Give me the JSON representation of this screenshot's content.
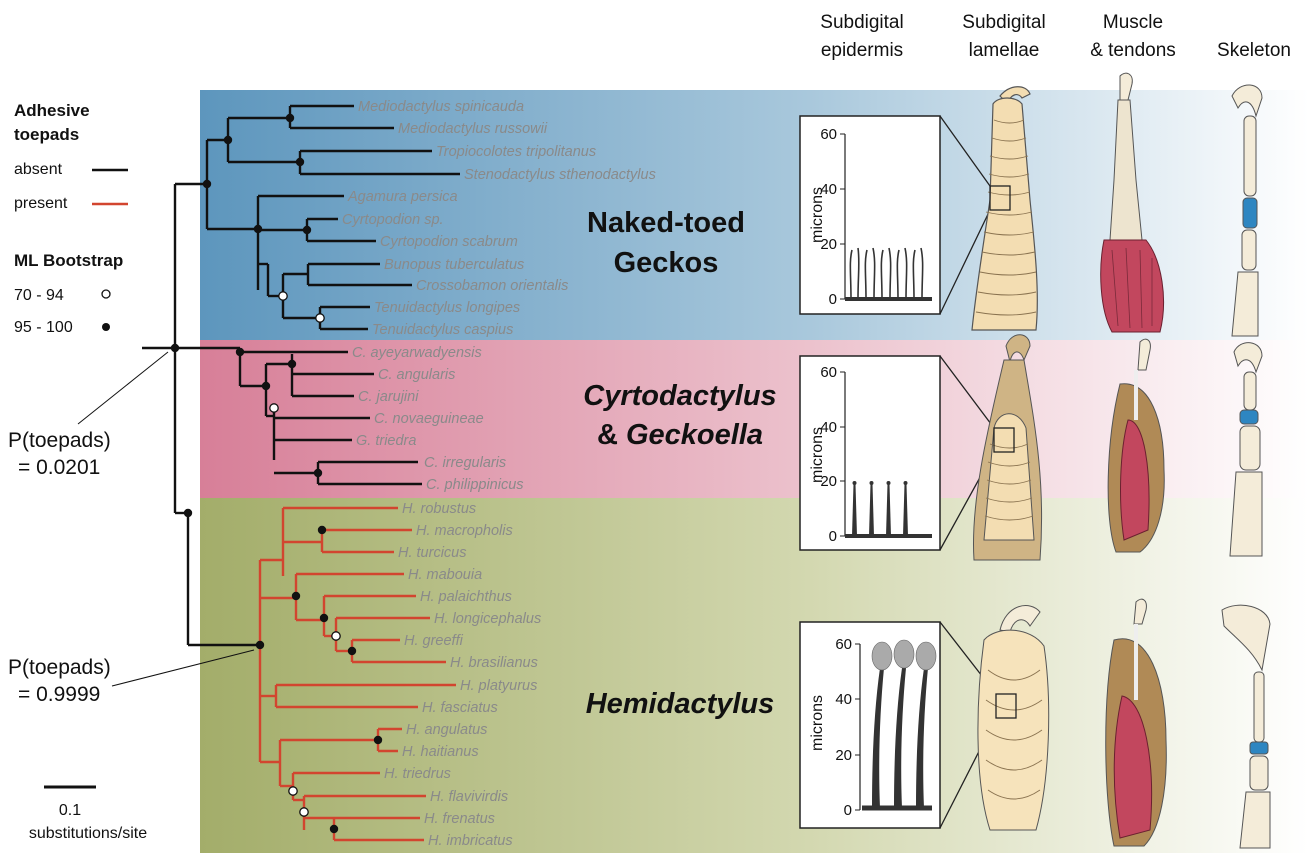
{
  "column_headers": [
    {
      "line1": "Subdigital",
      "line2": "epidermis"
    },
    {
      "line1": "Subdigital",
      "line2": "lamellae"
    },
    {
      "line1": "Muscle",
      "line2": "& tendons"
    },
    {
      "line1": "Skeleton",
      "line2": ""
    }
  ],
  "legend": {
    "toepads_title_1": "Adhesive",
    "toepads_title_2": "toepads",
    "absent": "absent",
    "present": "present",
    "bootstrap_title": "ML Bootstrap",
    "bs_low": "70 - 94",
    "bs_high": "95 - 100",
    "scale_value": "0.1",
    "scale_unit": "substitutions/site"
  },
  "colors": {
    "absent_branch": "#111111",
    "present_branch": "#d2452f",
    "clade_naked": "#5d96bd",
    "clade_cyrto": "#d77f98",
    "clade_hemi": "#a3ad6a",
    "skeleton_highlight": "#2e86c1",
    "muscle": "#c2475e",
    "lamellae": "#f3ddb2"
  },
  "groups": {
    "naked_1": "Naked-toed",
    "naked_2": "Geckos",
    "cyrto_1": "Cyrtodactylus",
    "cyrto_2a": "& ",
    "cyrto_2b": "Geckoella",
    "hemi": "Hemidactylus"
  },
  "probabilities": {
    "p1_label": "P(toepads)",
    "p1_value": "= 0.0201",
    "p2_label": "P(toepads)",
    "p2_value": "= 0.9999"
  },
  "insets": {
    "ylabel": "microns",
    "ticks": [
      "60",
      "40",
      "20",
      "0"
    ]
  },
  "taxa": {
    "naked": [
      "Mediodactylus spinicauda",
      "Mediodactylus russowii",
      "Tropiocolotes tripolitanus",
      "Stenodactylus sthenodactylus",
      "Agamura persica",
      "Cyrtopodion sp.",
      "Cyrtopodion scabrum",
      "Bunopus tuberculatus",
      "Crossobamon orientalis",
      "Tenuidactylus longipes",
      "Tenuidactylus caspius"
    ],
    "cyrto": [
      "C. ayeyarwadyensis",
      "C. angularis",
      "C. jarujini",
      "C. novaeguineae",
      "G. triedra",
      "C. irregularis",
      "C. philippinicus"
    ],
    "hemi": [
      "H. robustus",
      "H. macropholis",
      "H. turcicus",
      "H. mabouia",
      "H. palaichthus",
      "H. longicephalus",
      "H. greeffi",
      "H. brasilianus",
      "H. platyurus",
      "H. fasciatus",
      "H. angulatus",
      "H. haitianus",
      "H. triedrus",
      "H. flavivirdis",
      "H. frenatus",
      "H. imbricatus"
    ]
  }
}
